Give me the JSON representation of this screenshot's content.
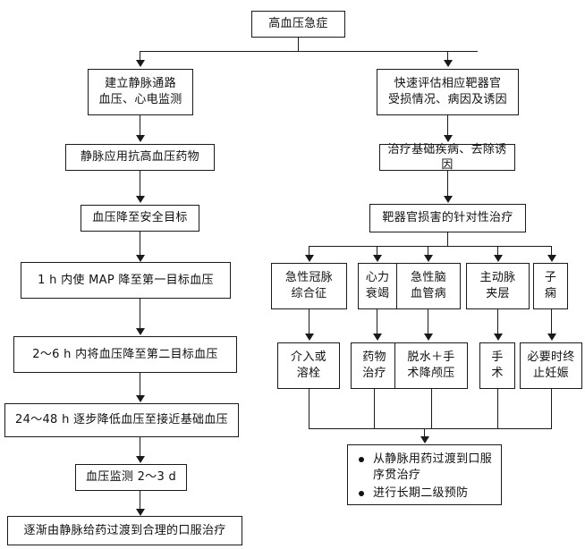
{
  "diagram": {
    "title_node": {
      "label": "高血压急症"
    },
    "left_branch": {
      "nodes": [
        {
          "id": "l1",
          "label": "建立静脉通路\n血压、心电监测"
        },
        {
          "id": "l2",
          "label": "静脉应用抗高血压药物"
        },
        {
          "id": "l3",
          "label": "血压降至安全目标"
        },
        {
          "id": "l4",
          "label": "1 h 内使 MAP 降至第一目标血压"
        },
        {
          "id": "l5",
          "label": "2～6 h 内将血压降至第二目标血压"
        },
        {
          "id": "l6",
          "label": "24～48 h 逐步降低血压至接近基础血压"
        },
        {
          "id": "l7",
          "label": "血压监测 2～3 d"
        },
        {
          "id": "l8",
          "label": "逐渐由静脉给药过渡到合理的口服治疗"
        }
      ]
    },
    "right_branch": {
      "nodes": [
        {
          "id": "r1",
          "label": "快速评估相应靶器官\n受损情况、病因及诱因"
        },
        {
          "id": "r2",
          "label": "治疗基础疾病、去除诱因"
        },
        {
          "id": "r3",
          "label": "靶器官损害的针对性治疗"
        }
      ],
      "conditions": [
        {
          "id": "c1",
          "label": "急性冠脉\n综合征"
        },
        {
          "id": "c2",
          "label": "心力\n衰竭"
        },
        {
          "id": "c3",
          "label": "急性脑\n血管病"
        },
        {
          "id": "c4",
          "label": "主动脉\n夹层"
        },
        {
          "id": "c5",
          "label": "子\n痫"
        }
      ],
      "treatments": [
        {
          "id": "t1",
          "label": "介入或\n溶栓"
        },
        {
          "id": "t2",
          "label": "药物\n治疗"
        },
        {
          "id": "t3",
          "label": "脱水＋手\n术降颅压"
        },
        {
          "id": "t4",
          "label": "手\n术"
        },
        {
          "id": "t5",
          "label": "必要时终\n止妊娠"
        }
      ],
      "outcome": {
        "bullets": [
          "从静脉用药过渡到口服序贯治疗",
          "进行长期二级预防"
        ]
      }
    },
    "watermark": {
      "text": ""
    },
    "colors": {
      "stroke": "#1a1a1a",
      "text": "#111111",
      "background": "#ffffff"
    }
  }
}
